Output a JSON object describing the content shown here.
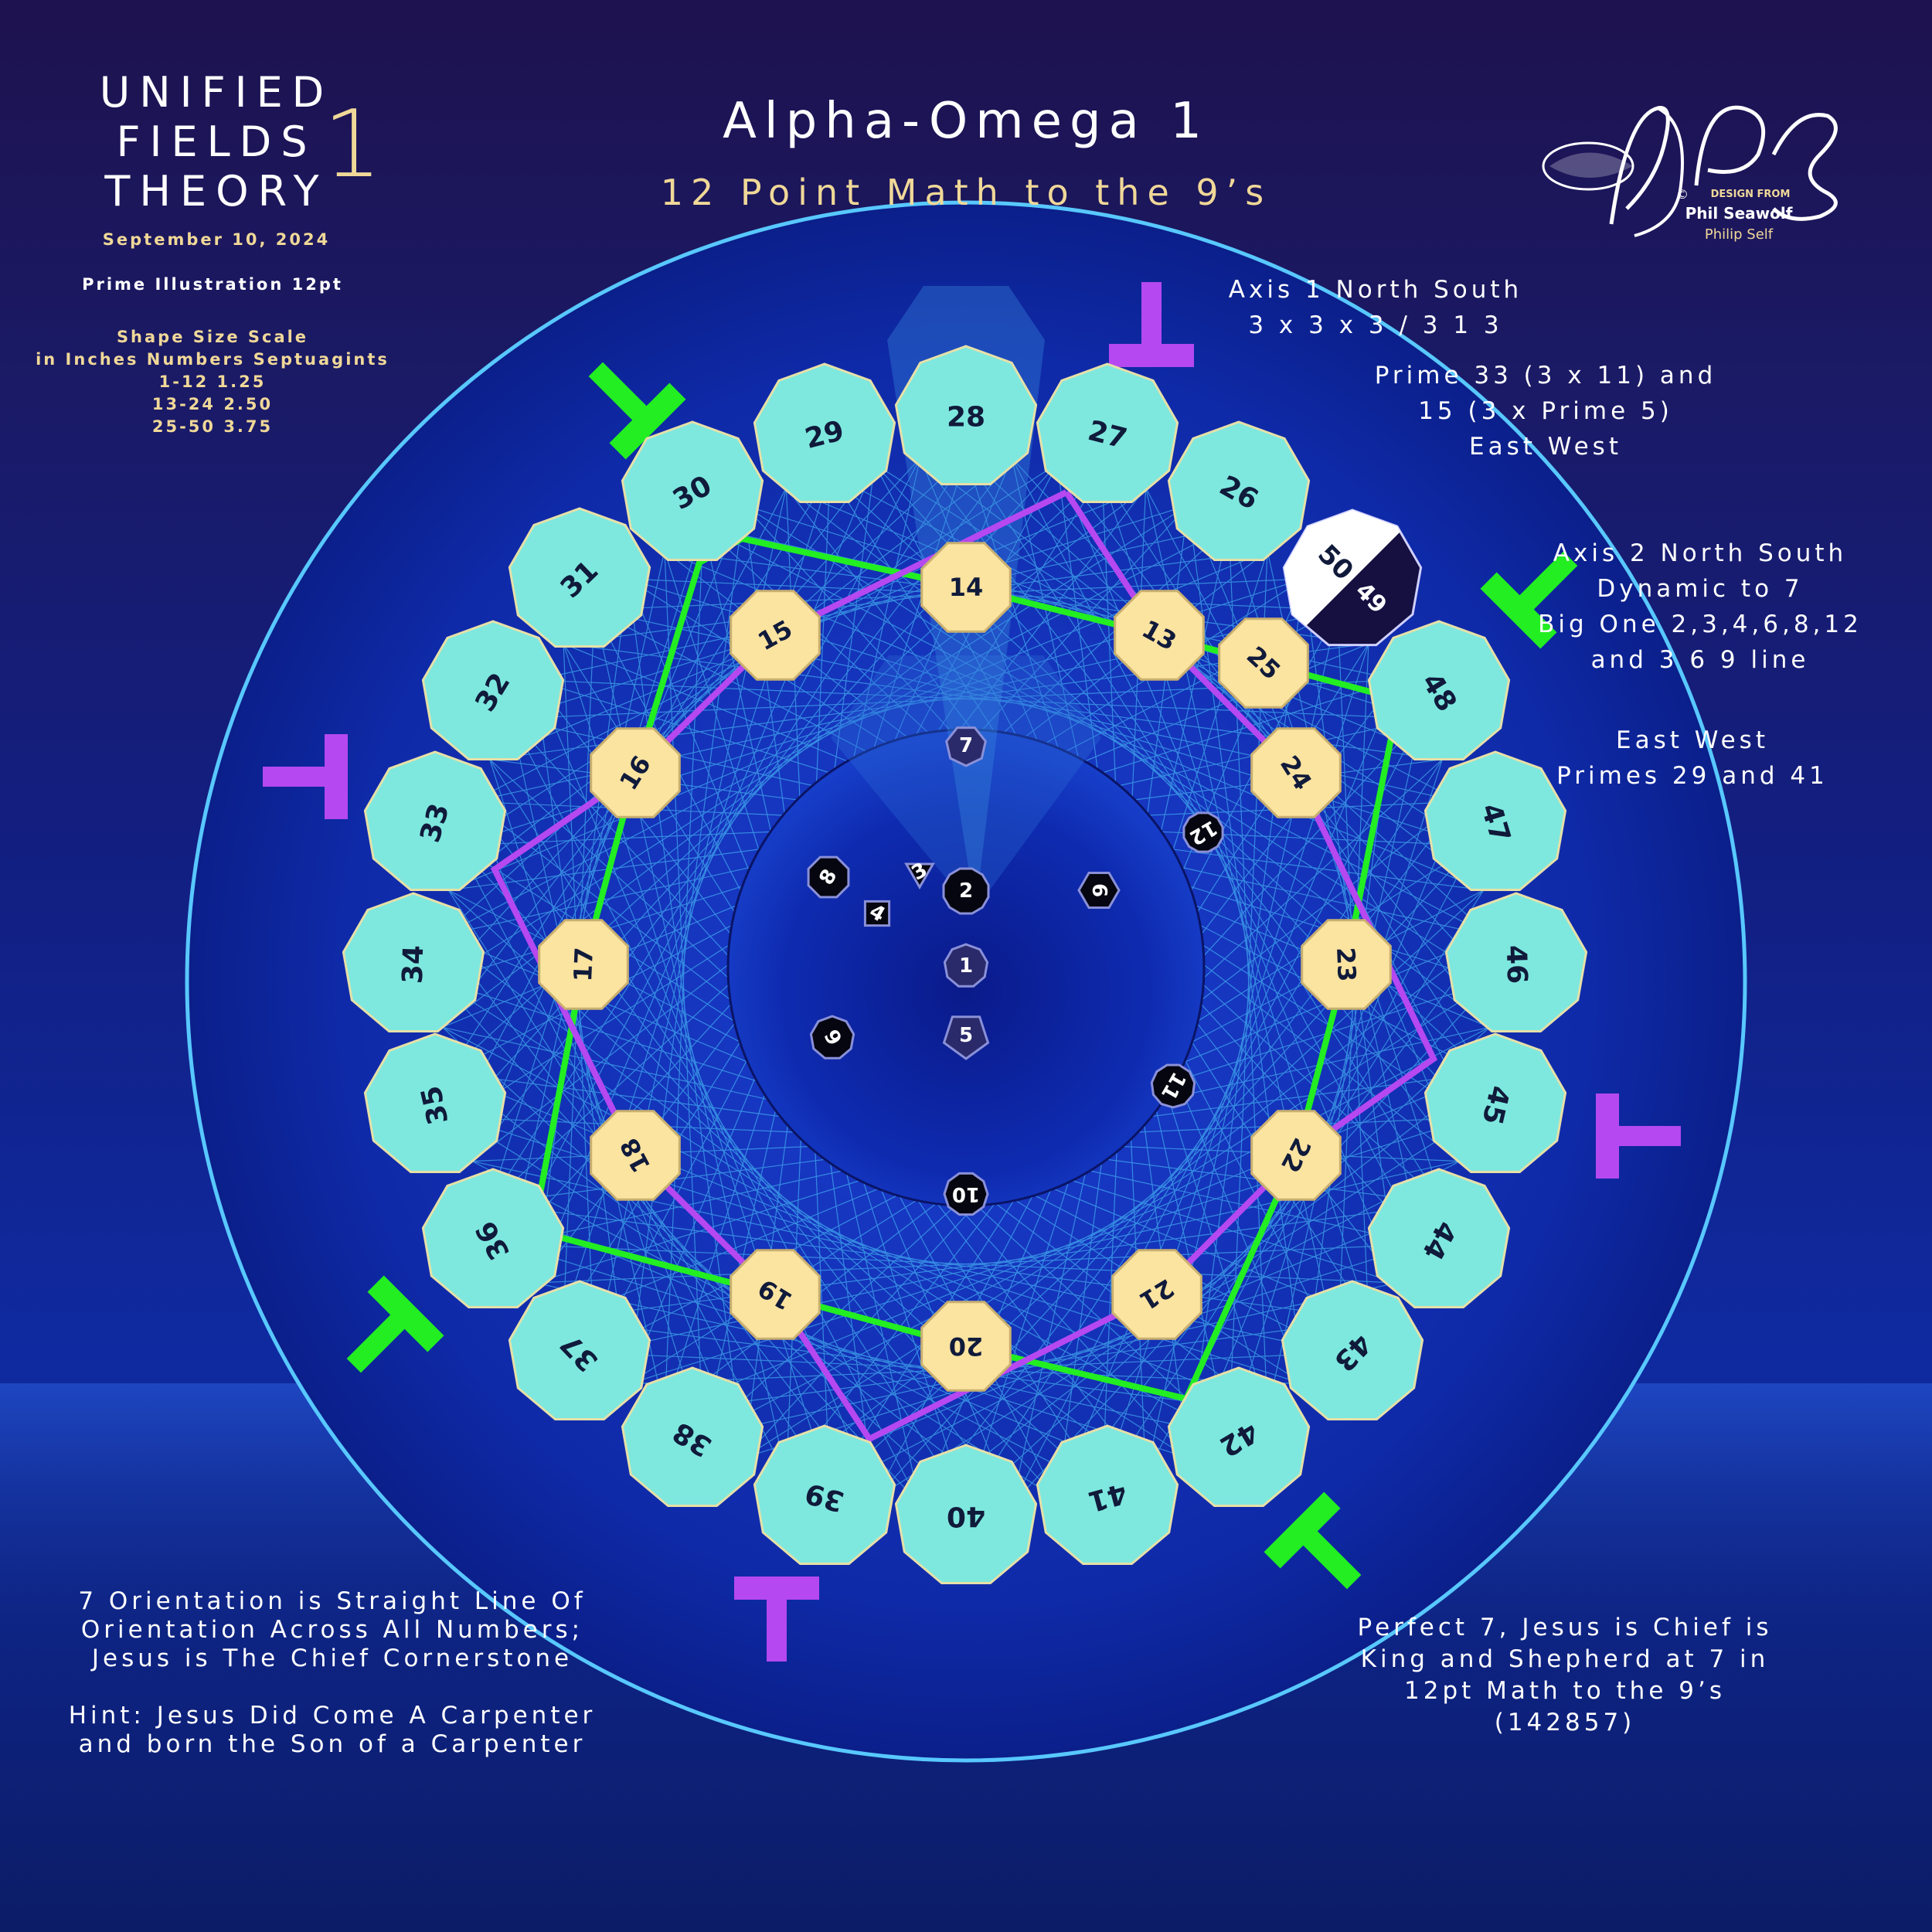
{
  "header": {
    "uft_lines": [
      "UNIFIED",
      "FIELDS",
      "THEORY"
    ],
    "uft_number": "1",
    "date": "September 10, 2024",
    "illustration": "Prime Illustration 12pt",
    "scale_lines": [
      "Shape Size Scale",
      "in Inches Numbers Septuagints",
      "1-12 1.25",
      "13-24 2.50",
      "25-50 3.75"
    ],
    "title": "Alpha-Omega 1",
    "subtitle": "12 Point Math to the 9’s"
  },
  "logo": {
    "monogram": "PS",
    "copyright": "©",
    "design_from": "DESIGN FROM",
    "name": "Phil Seawolf",
    "alt_name": "Philip Self"
  },
  "notes": {
    "axis1": [
      "Axis 1 North South",
      "3 x 3 x 3 / 3 1 3"
    ],
    "prime33": [
      "Prime 33 (3 x 11) and",
      "15 (3 x Prime 5)",
      "East West"
    ],
    "axis2": [
      "Axis 2 North South",
      "Dynamic to 7",
      "Big One 2,3,4,6,8,12",
      "and 3 6 9 line"
    ],
    "eastwest": [
      "East West",
      "Primes 29 and 41"
    ],
    "orientation": [
      "7 Orientation is Straight Line Of",
      "Orientation Across All Numbers;",
      "Jesus is The Chief Cornerstone",
      "",
      "Hint: Jesus Did Come A Carpenter",
      "and born the Son of a Carpenter"
    ],
    "perfect7": [
      "Perfect 7, Jesus is Chief is",
      "King and Shepherd at 7 in",
      "12pt Math to the 9’s",
      "(142857)"
    ]
  },
  "colors": {
    "outer_shape": "#7ee8de",
    "middle_shape": "#fbe3a0",
    "inner_shape": "#05060f",
    "green_line": "#22ee22",
    "purple_line": "#b548f0",
    "mesh": "#4fd0ff"
  },
  "outer_ring": [
    "26",
    "27",
    "28",
    "29",
    "30",
    "31",
    "32",
    "33",
    "34",
    "35",
    "36",
    "37",
    "38",
    "39",
    "40",
    "41",
    "42",
    "43",
    "44",
    "45",
    "46",
    "47",
    "48"
  ],
  "split_marker": {
    "top": "50",
    "bottom": "49"
  },
  "middle_ring": [
    "13",
    "14",
    "15",
    "16",
    "17",
    "18",
    "19",
    "20",
    "21",
    "22",
    "23",
    "24",
    "25"
  ],
  "center": [
    "1",
    "2",
    "3",
    "4",
    "5",
    "6",
    "7",
    "8",
    "9",
    "10",
    "11",
    "12"
  ]
}
